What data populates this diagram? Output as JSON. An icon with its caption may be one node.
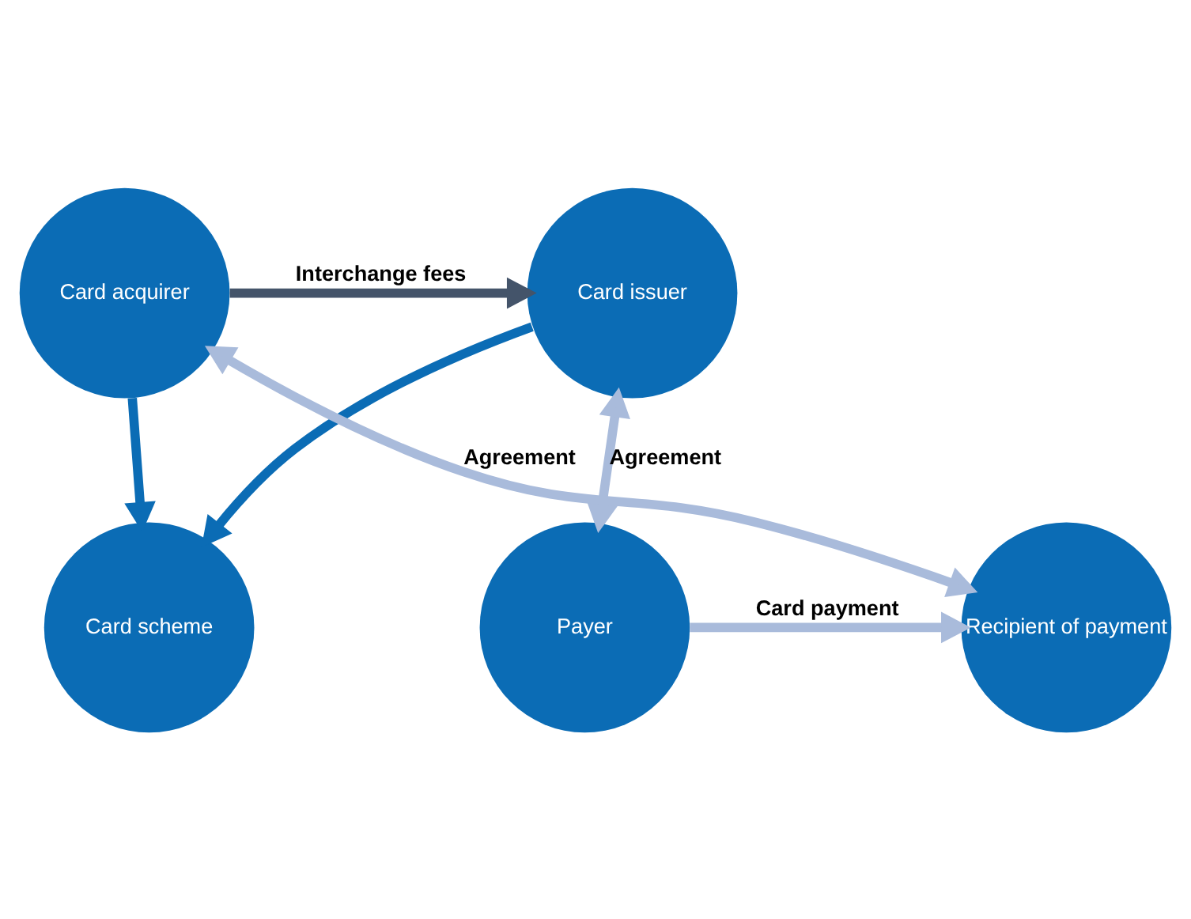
{
  "diagram": {
    "nodes": [
      {
        "text": [
          "Card issuer"
        ]
      },
      {
        "text": [
          "Card acquirer"
        ]
      },
      {
        "text": [
          "Card scheme"
        ]
      },
      {
        "text": [
          "Payer"
        ]
      },
      {
        "text": [
          "Recipient of payment"
        ]
      }
    ],
    "edges": [
      {
        "from": 1,
        "to": 0,
        "arrow": "to",
        "label": "Interchange fees",
        "color": "#44546a"
      },
      {
        "from": 0,
        "to": 2,
        "arrow": "to",
        "color": "#0b6cb5"
      },
      {
        "from": 1,
        "to": 2,
        "arrow": "to",
        "color": "#0b6cb5"
      },
      {
        "from": 0,
        "to": 3,
        "arrow": "both",
        "label": "Agreement"
      },
      {
        "from": 1,
        "to": 4,
        "arrow": "both",
        "label": "Agreement"
      },
      {
        "from": 3,
        "to": 4,
        "arrow": "to",
        "label": "Card payment"
      }
    ]
  }
}
